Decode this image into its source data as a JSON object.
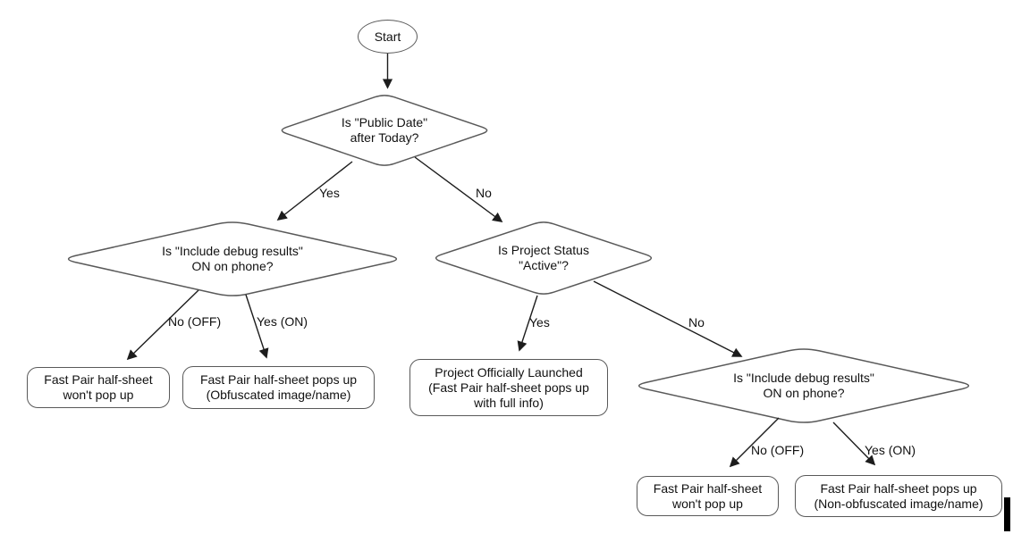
{
  "diagram": {
    "title_hint": "Fast Pair half-sheet decision flowchart",
    "nodes": {
      "start": "Start",
      "public_date": "Is \"Public Date\"\nafter Today?",
      "debug_left": "Is \"Include debug results\"\nON on phone?",
      "project_status": "Is Project Status\n\"Active\"?",
      "debug_right": "Is \"Include debug results\"\nON on phone?",
      "no_popup_left": "Fast Pair half-sheet\nwon't pop up",
      "obfuscated": "Fast Pair half-sheet pops up\n(Obfuscated image/name)",
      "launched": "Project Officially Launched\n(Fast Pair half-sheet pops up\nwith full info)",
      "no_popup_right": "Fast Pair half-sheet\nwon't pop up",
      "non_obfuscated": "Fast Pair half-sheet pops up\n(Non-obfuscated image/name)"
    },
    "edge_labels": {
      "public_date_yes": "Yes",
      "public_date_no": "No",
      "debug_left_no": "No (OFF)",
      "debug_left_yes": "Yes (ON)",
      "project_status_yes": "Yes",
      "project_status_no": "No",
      "debug_right_no": "No (OFF)",
      "debug_right_yes": "Yes (ON)"
    },
    "colors": {
      "shape_stroke": "#595959",
      "arrow": "#1c1c1c",
      "text": "#111111",
      "background": "#ffffff"
    }
  }
}
